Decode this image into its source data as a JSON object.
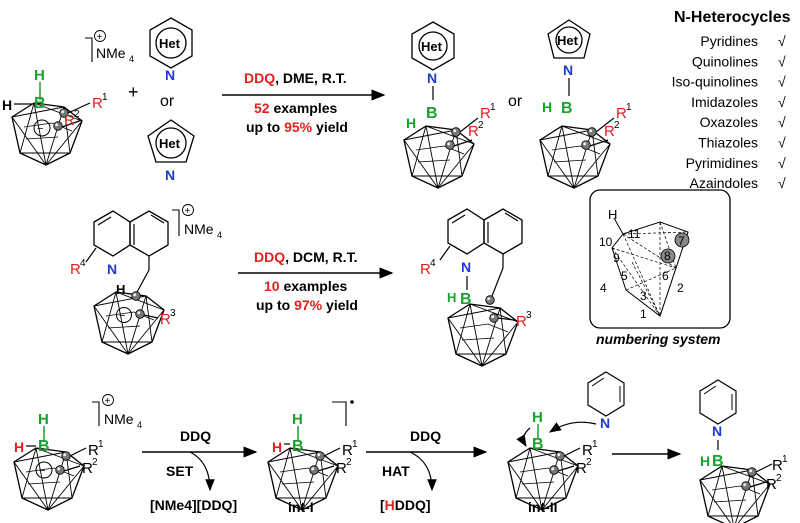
{
  "row1": {
    "nme4": "NMe",
    "nme4_sub": "4",
    "plus": "+",
    "or": "or",
    "het": "Het",
    "cond_ddq": "DDQ",
    "cond_rest": ", DME, R.T.",
    "examples_num": "52",
    "examples_text": " examples",
    "yield_pre": "up to ",
    "yield_num": "95%",
    "yield_post": " yield",
    "or2": "or"
  },
  "heterocycles": {
    "title": "N-Heterocycles",
    "items": [
      {
        "name": "Pyridines",
        "check": "√"
      },
      {
        "name": "Quinolines",
        "check": "√"
      },
      {
        "name": "Iso-quinolines",
        "check": "√"
      },
      {
        "name": "Imidazoles",
        "check": "√"
      },
      {
        "name": "Oxazoles",
        "check": "√"
      },
      {
        "name": "Thiazoles",
        "check": "√"
      },
      {
        "name": "Pyrimidines",
        "check": "√"
      },
      {
        "name": "Azaindoles",
        "check": "√"
      }
    ]
  },
  "row2": {
    "nme4": "NMe",
    "nme4_sub": "4",
    "cond_ddq": "DDQ",
    "cond_rest": ", DCM, R.T.",
    "examples_num": "10",
    "examples_text": " examples",
    "yield_pre": "up to ",
    "yield_num": "97%",
    "yield_post": " yield"
  },
  "numbering": {
    "caption": "numbering system",
    "labels": [
      "H",
      "11",
      "10",
      "9",
      "7",
      "8",
      "5",
      "6",
      "4",
      "3",
      "2",
      "1"
    ]
  },
  "row3": {
    "nme4": "NMe",
    "nme4_sub": "4",
    "ddq1": "DDQ",
    "set": "SET",
    "byproduct1": "[NMe4][DDQ]",
    "int1": "int-I",
    "ddq2": "DDQ",
    "hat": "HAT",
    "byproduct2_h": "H",
    "byproduct2_rest": "DDQ]",
    "int2": "int-II"
  },
  "atoms": {
    "H": "H",
    "B": "B",
    "N": "N",
    "R1": "R",
    "R2": "R",
    "R3": "R",
    "R4": "R",
    "sup1": "1",
    "sup2": "2",
    "sup3": "3",
    "sup4": "4"
  },
  "colors": {
    "red": "#e0211d",
    "green": "#1aa12f",
    "blue": "#1f3cc8"
  }
}
